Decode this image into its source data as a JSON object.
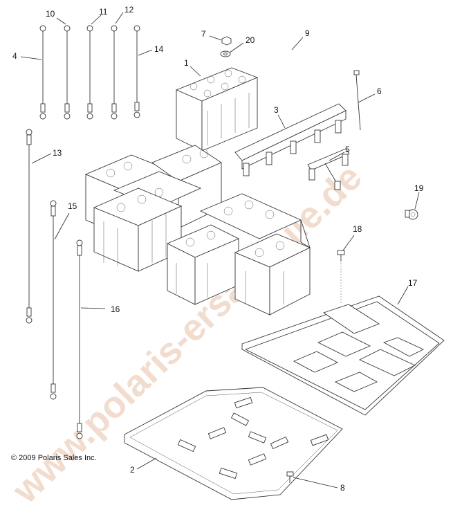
{
  "copyright": "© 2009 Polaris Sales Inc.",
  "watermark": "www.polaris-ersatzteile.de",
  "watermark_color": "#e8c9b4",
  "callouts": {
    "c1": "1",
    "c2": "2",
    "c3": "3",
    "c4": "4",
    "c5": "5",
    "c6": "6",
    "c7": "7",
    "c8": "8",
    "c9": "9",
    "c10": "10",
    "c11": "11",
    "c12": "12",
    "c13": "13",
    "c14": "14",
    "c15": "15",
    "c16": "16",
    "c17": "17",
    "c18": "18",
    "c19": "19",
    "c20": "20"
  }
}
